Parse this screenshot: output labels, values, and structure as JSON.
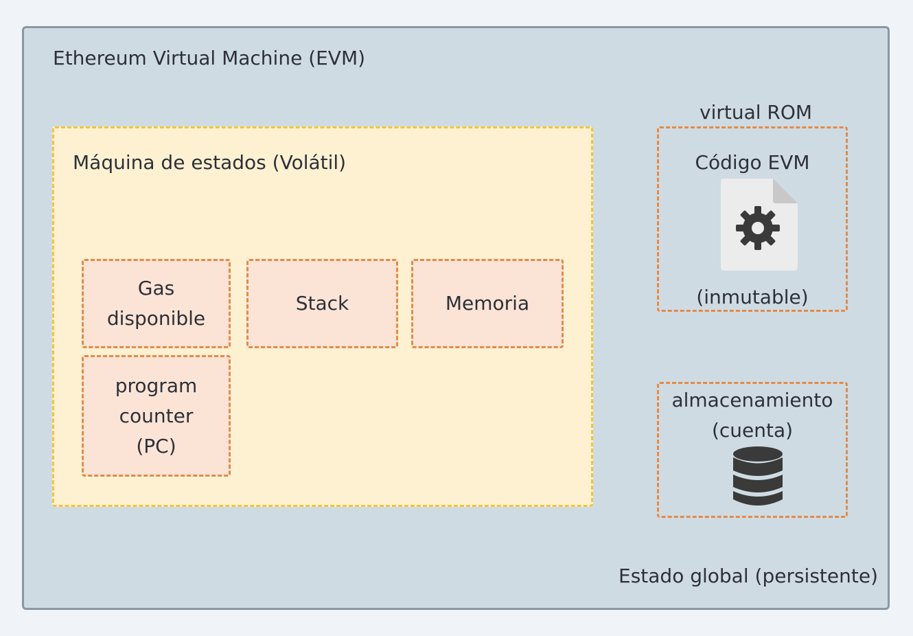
{
  "evm": {
    "title": "Ethereum Virtual Machine (EVM)",
    "global_state_label": "Estado global (persistente)"
  },
  "state_machine": {
    "title": "Máquina de estados (Volátil)",
    "cells": {
      "gas": [
        "Gas",
        "disponible"
      ],
      "stack": "Stack",
      "memory": "Memoria",
      "pc": [
        "program",
        "counter",
        "(PC)"
      ]
    }
  },
  "virtual_rom": {
    "title": "virtual ROM",
    "code_label": "Código EVM",
    "immutable_label": "(inmutable)",
    "icon": "code-file-gear-icon"
  },
  "storage": {
    "lines": [
      "almacenamiento",
      "(cuenta)"
    ],
    "icon": "database-icon"
  },
  "colors": {
    "evm_bg": "#cfdbe3",
    "evm_border": "#8a96a3",
    "state_bg": "#fdf1d2",
    "state_border": "#f0c53c",
    "cell_bg": "#fbe4d6",
    "cell_border": "#e48a45",
    "icon_dark": "#3a3a3a",
    "file_bg": "#ececec"
  }
}
